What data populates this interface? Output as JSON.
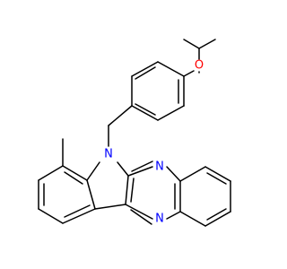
{
  "molecule": {
    "atom_labels": {
      "oxygen": "O",
      "indole_nitrogen": "N",
      "pyrazine_nitrogen_upper": "N",
      "pyrazine_nitrogen_lower": "N"
    },
    "colors": {
      "bond": "#000000",
      "oxygen": "#ff0000",
      "nitrogen": "#0000ff",
      "background": "#ffffff"
    }
  }
}
